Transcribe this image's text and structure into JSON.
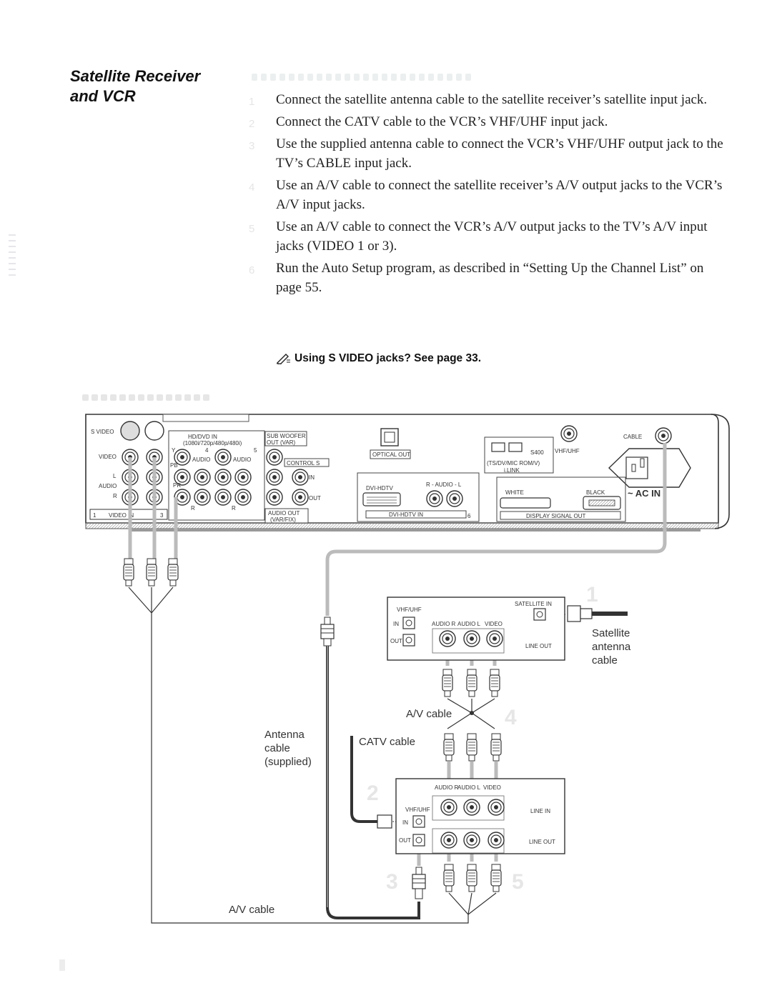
{
  "heading": {
    "line1": "Satellite Receiver",
    "line2": "and VCR"
  },
  "steps": [
    {
      "num": "1",
      "text": "Connect the satellite antenna cable to the satellite receiver’s satellite input jack."
    },
    {
      "num": "2",
      "text": "Connect the CATV cable to the VCR’s VHF/UHF input jack."
    },
    {
      "num": "3",
      "text": "Use the supplied antenna cable to connect the VCR’s VHF/UHF output jack to the TV’s CABLE input jack."
    },
    {
      "num": "4",
      "text": "Use an A/V cable to connect the satellite receiver’s A/V output jacks to the VCR’s A/V input jacks."
    },
    {
      "num": "5",
      "text": "Use an A/V cable to connect the VCR’s A/V output jacks to the TV’s A/V input jacks (VIDEO 1 or 3)."
    },
    {
      "num": "6",
      "text": "Run the Auto Setup program, as described in “Setting Up the Channel List” on page 55."
    }
  ],
  "note": {
    "icon": "pencil-note-icon",
    "text": "Using S VIDEO jacks? See page 33."
  },
  "tv_panel": {
    "s_video": "S VIDEO",
    "video": "VIDEO",
    "audio": "AUDIO",
    "l": "L",
    "r": "R",
    "video_in": "VIDEO IN",
    "in1": "1",
    "in3": "3",
    "hd_dvd_in": "HD/DVD IN",
    "hd_formats": "(1080i/720p/480p/480i)",
    "y": "Y",
    "pb": "PB",
    "pr": "PR",
    "in4": "4",
    "in5": "5",
    "in6": "6",
    "sub_woofer": "SUB WOOFER",
    "out_var": "OUT (VAR)",
    "control_s": "CONTROL S",
    "in": "IN",
    "out": "OUT",
    "audio_out": "AUDIO OUT",
    "var_fix": "(VAR/FIX)",
    "optical_out": "OPTICAL OUT",
    "dvi_hdtv": "DVI-HDTV",
    "r_audio_l": "R - AUDIO - L",
    "dvi_hdtv_in": "DVI-HDTV IN",
    "s400": "S400",
    "ts_dv": "(TS/DV/MIC ROM/V)",
    "ilink": "i.LINK",
    "vhf_uhf": "VHF/UHF",
    "cable": "CABLE",
    "white": "WHITE",
    "black": "BLACK",
    "display_signal_out": "DISPLAY SIGNAL OUT",
    "ac": "~ AC IN"
  },
  "satellite_receiver": {
    "vhf_uhf": "VHF/UHF",
    "satellite_in": "SATELLITE IN",
    "in": "IN",
    "out": "OUT",
    "audio_r": "AUDIO R",
    "audio_l": "AUDIO L",
    "video": "VIDEO",
    "line_out": "LINE OUT"
  },
  "vcr": {
    "audio_r": "AUDIO R",
    "audio_l": "AUDIO L",
    "video": "VIDEO",
    "vhf_uhf": "VHF/UHF",
    "in": "IN",
    "out": "OUT",
    "line_in": "LINE IN",
    "line_out": "LINE OUT"
  },
  "callouts": {
    "satellite_antenna_cable": [
      "Satellite",
      "antenna",
      "cable"
    ],
    "av_cable_upper": "A/V cable",
    "catv_cable": "CATV cable",
    "antenna_cable": [
      "Antenna",
      "cable",
      "(supplied)"
    ],
    "av_cable_lower": "A/V cable",
    "step_markers": [
      "1",
      "2",
      "3",
      "4",
      "5"
    ]
  }
}
